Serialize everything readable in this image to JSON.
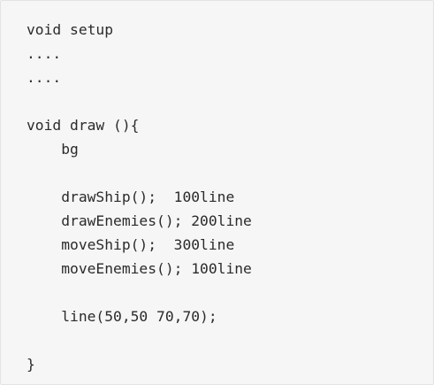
{
  "code": {
    "lines": [
      "void setup",
      "....",
      "....",
      "",
      "void draw (){",
      "    bg",
      "",
      "    drawShip();  100line",
      "    drawEnemies(); 200line",
      "    moveShip();  300line",
      "    moveEnemies(); 100line",
      "",
      "    line(50,50 70,70);",
      "",
      "}"
    ]
  }
}
